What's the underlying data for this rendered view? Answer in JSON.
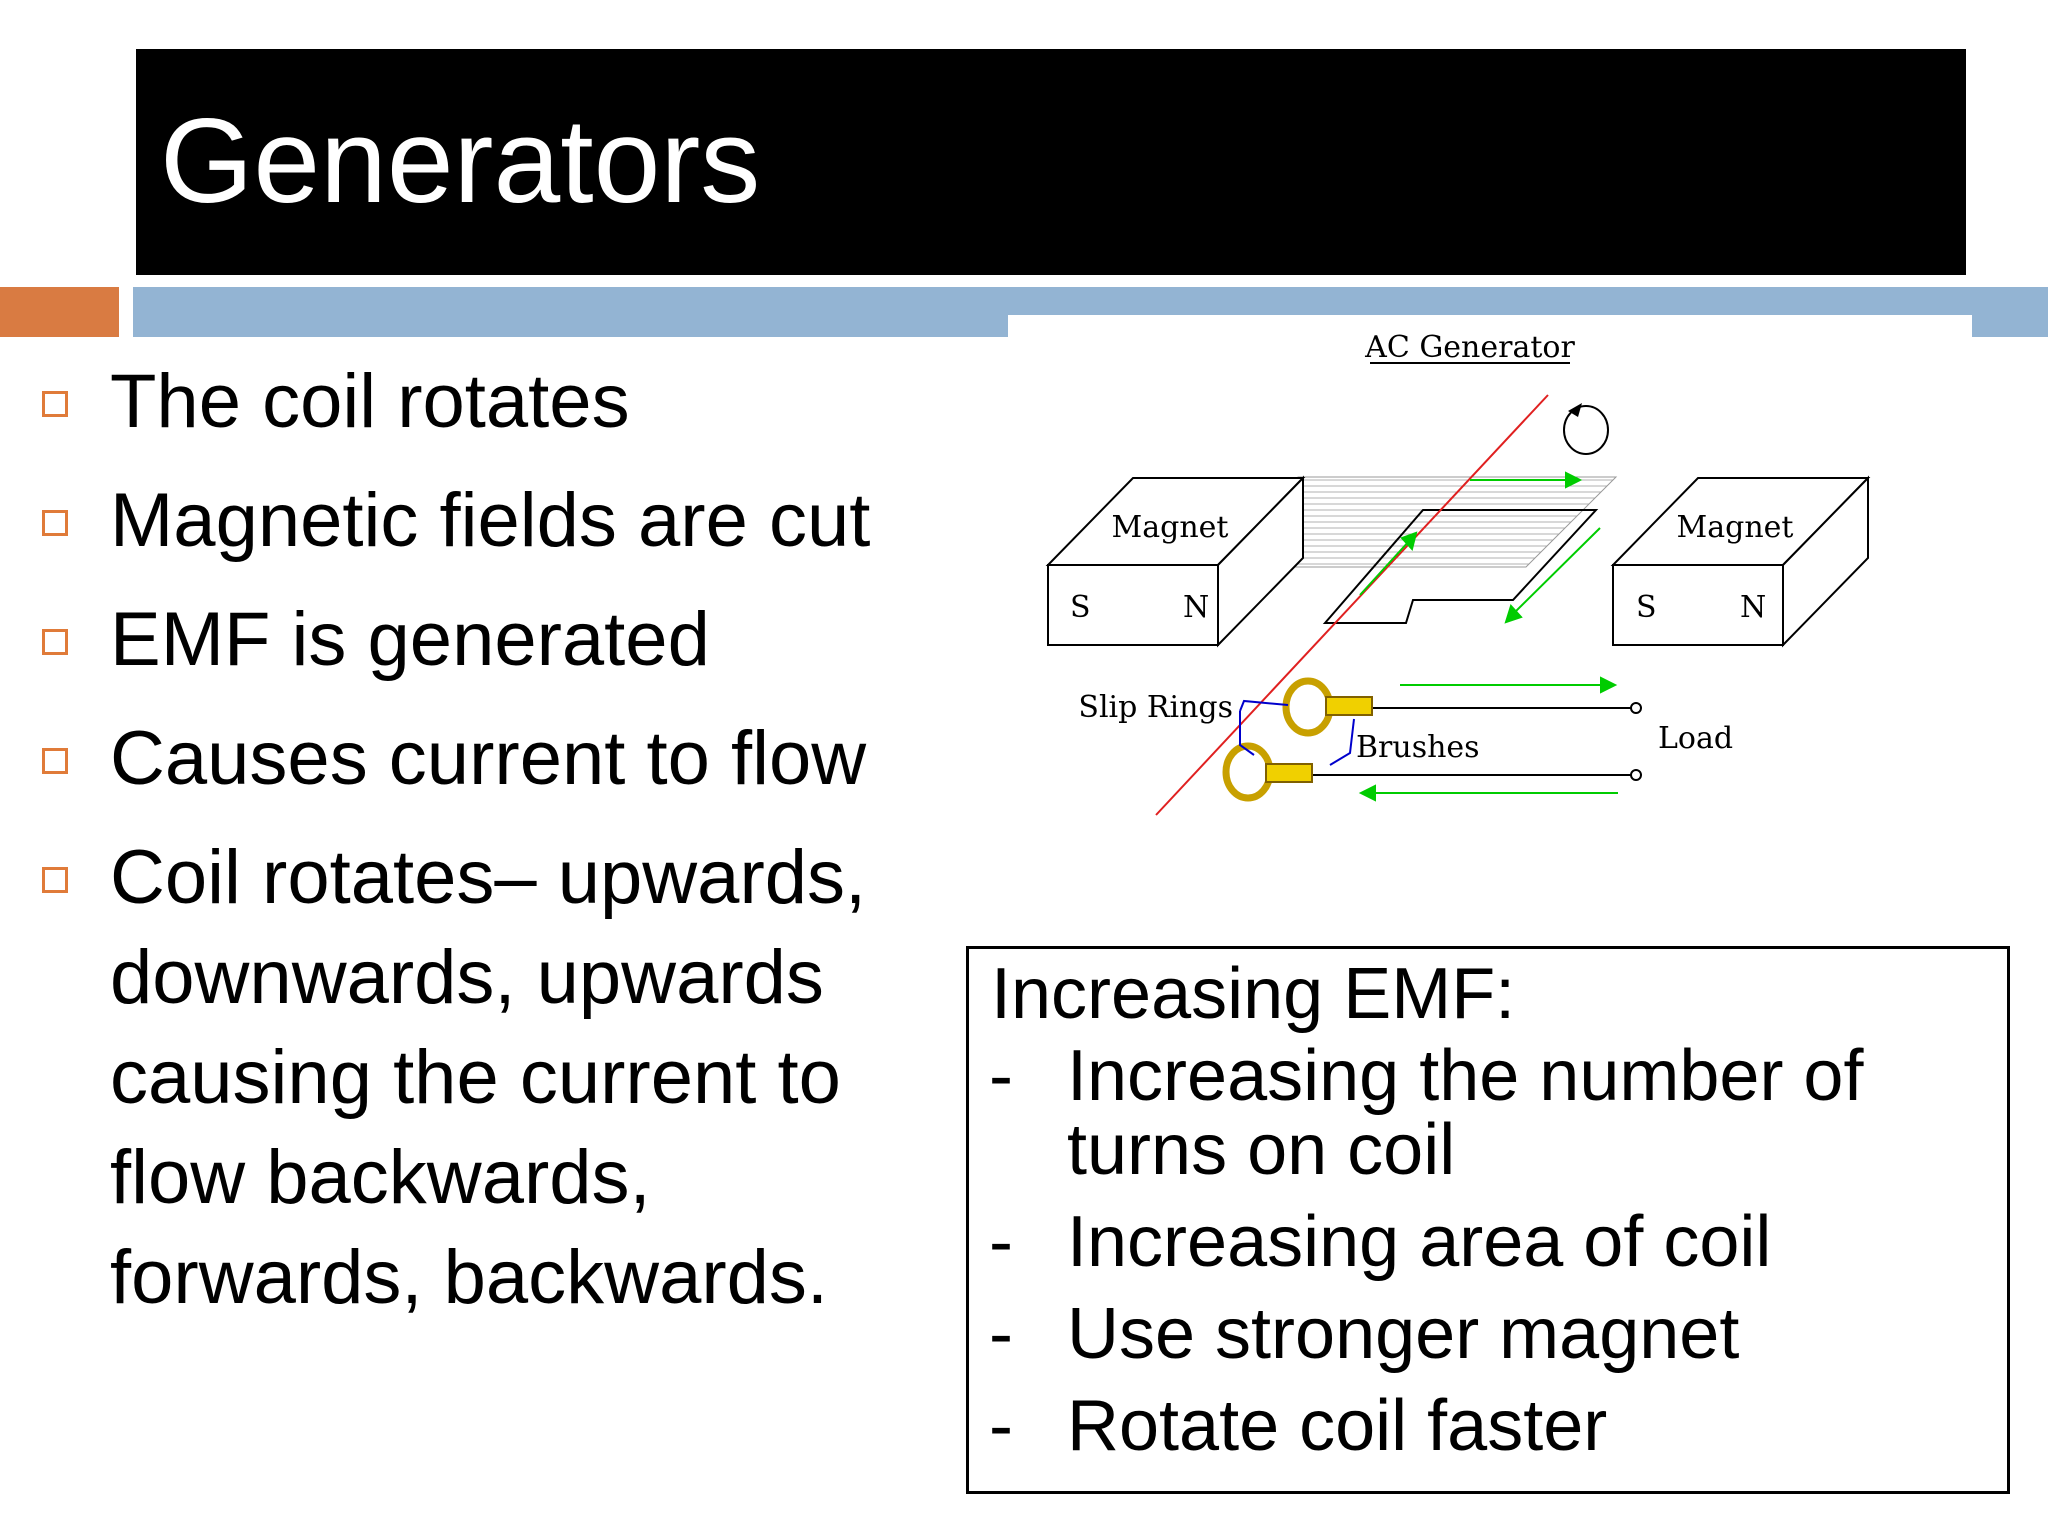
{
  "slide": {
    "title": "Generators",
    "colors": {
      "title_bg": "#000000",
      "accent_orange": "#d97b42",
      "accent_blue": "#93b4d3",
      "bullet_box": "#e07b39"
    }
  },
  "bullets": [
    {
      "text": "The coil rotates"
    },
    {
      "text": "Magnetic fields are cut"
    },
    {
      "text": "EMF is generated"
    },
    {
      "text": "Causes current to flow"
    },
    {
      "text": "Coil rotates– upwards, downwards, upwards causing the current to flow backwards, forwards, backwards."
    }
  ],
  "diagram": {
    "title": "AC Generator",
    "magnet_left_label": "Magnet",
    "magnet_right_label": "Magnet",
    "pole_s": "S",
    "pole_n": "N",
    "slip_rings_label": "Slip Rings",
    "brushes_label": "Brushes",
    "load_label": "Load",
    "colors": {
      "arrows": "#00dd00",
      "axis": "#e02020",
      "rings": "#c8a000",
      "brush_leads": "#0000cc"
    }
  },
  "emf_box": {
    "title": "Increasing EMF:",
    "items": [
      {
        "dash": "-",
        "text": "Increasing the number of turns on coil"
      },
      {
        "dash": "-",
        "text": "Increasing area of coil"
      },
      {
        "dash": "-",
        "text": "Use stronger magnet"
      },
      {
        "dash": "-",
        "text": "Rotate coil faster"
      }
    ]
  }
}
